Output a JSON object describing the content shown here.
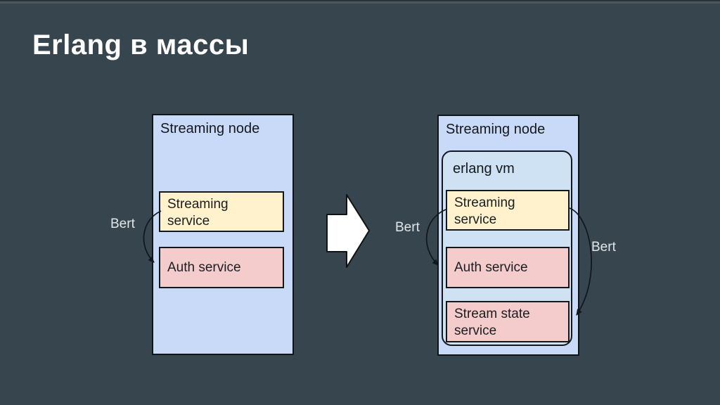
{
  "slide": {
    "title": "Erlang в массы"
  },
  "colors": {
    "background": "#36454e",
    "node_fill": "#c9daf8",
    "vm_fill": "#cfe2f3",
    "service_yellow_fill": "#fff2cc",
    "service_pink_fill": "#f4cccc",
    "border_color": "#15181b",
    "title_color": "#ffffff",
    "connector_label_color": "#e2e6e9",
    "transition_arrow_fill": "#ffffff"
  },
  "before": {
    "node_label": "Streaming node",
    "services": [
      {
        "label": "Streaming service"
      },
      {
        "label": "Auth service"
      }
    ],
    "connector_label": "Bert"
  },
  "after": {
    "node_label": "Streaming node",
    "vm_label": "erlang vm",
    "services": [
      {
        "label": "Streaming service"
      },
      {
        "label": "Auth service"
      },
      {
        "label": "Stream state service"
      }
    ],
    "connector_label_left": "Bert",
    "connector_label_right": "Bert"
  }
}
